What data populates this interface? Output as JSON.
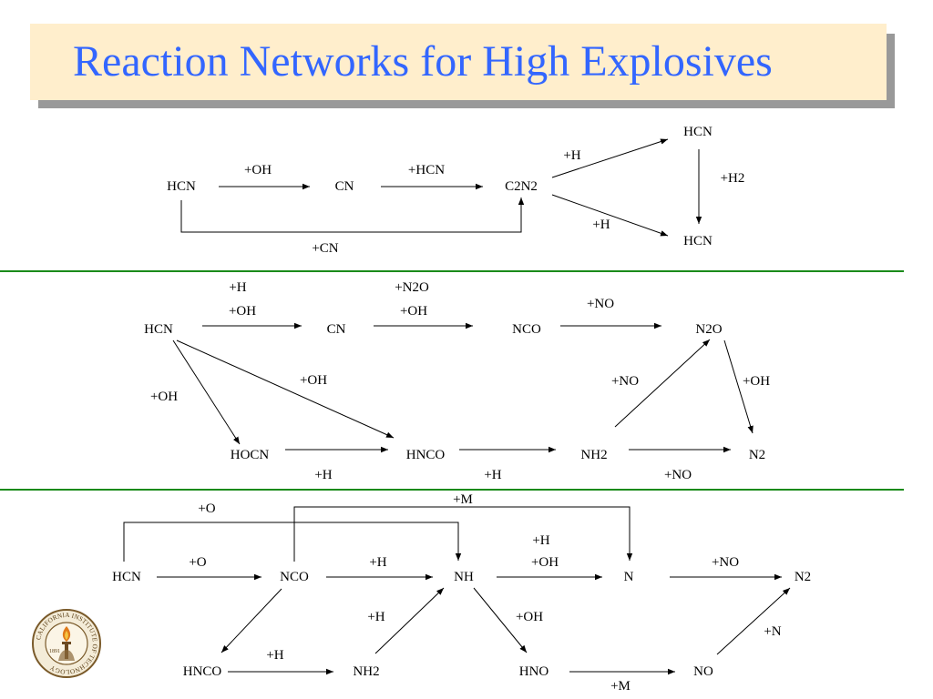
{
  "title": "Reaction Networks for High Explosives",
  "colors": {
    "title_text": "#3366ff",
    "title_box": "#ffeecc",
    "title_shadow": "#999999",
    "divider": "#1a8a1a"
  },
  "logo": {
    "icon": "caltech-seal-icon",
    "text": "CALIFORNIA INSTITUTE OF TECHNOLOGY",
    "year": "1891"
  },
  "networks": [
    {
      "nodes": [
        "HCN",
        "CN",
        "C2N2",
        "HCN",
        "HCN"
      ],
      "labels": [
        "+OH",
        "+HCN",
        "+H",
        "+H2",
        "+H",
        "+CN"
      ]
    },
    {
      "nodes": [
        "HCN",
        "CN",
        "NCO",
        "N2O",
        "HOCN",
        "HNCO",
        "NH2",
        "N2"
      ],
      "labels": [
        "+H",
        "+OH",
        "+N2O",
        "+OH",
        "+NO",
        "+OH",
        "+OH",
        "+NO",
        "+OH",
        "+H",
        "+H",
        "+NO"
      ]
    },
    {
      "nodes": [
        "HCN",
        "NCO",
        "NH",
        "N",
        "N2",
        "HNCO",
        "NH2",
        "HNO",
        "NO"
      ],
      "labels": [
        "+O",
        "+M",
        "+O",
        "+H",
        "+H",
        "+OH",
        "+NO",
        "+H",
        "+OH",
        "+N",
        "+H",
        "+M"
      ]
    }
  ]
}
